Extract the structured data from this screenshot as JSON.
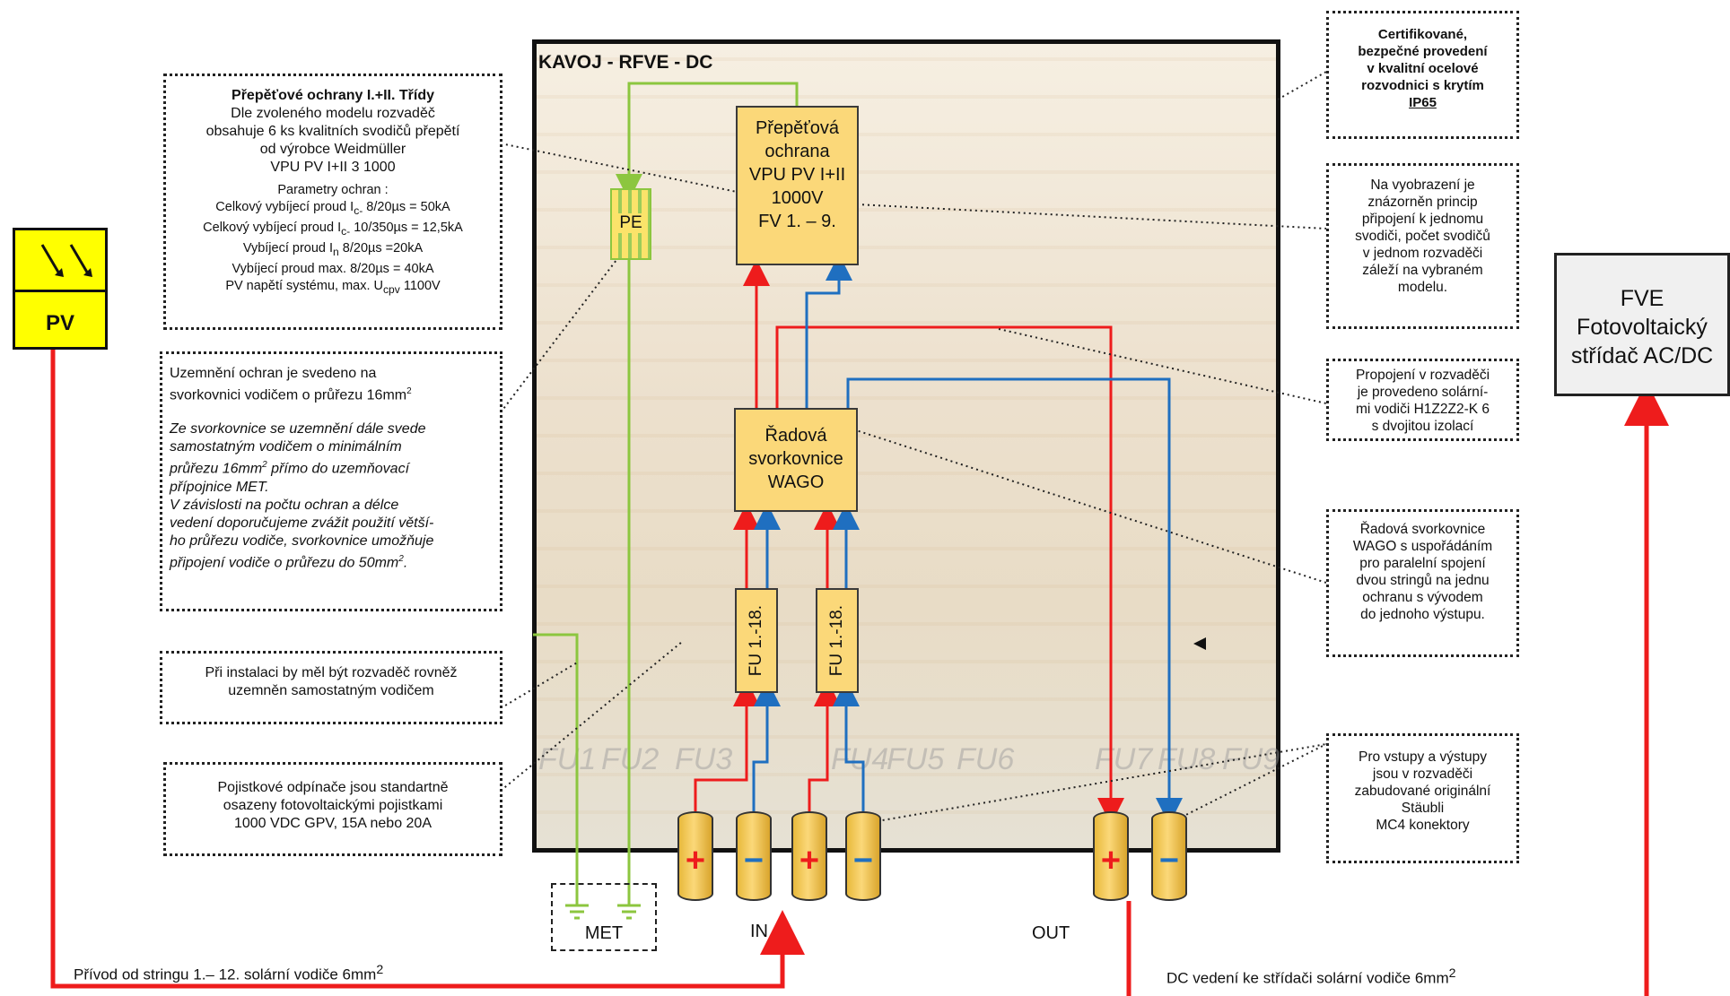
{
  "pv": {
    "label": "PV"
  },
  "cabinet": {
    "title": "KAVOJ - RFVE - DC"
  },
  "pe": {
    "label": "PE"
  },
  "surge_box": {
    "lines": [
      "Přepěťová",
      "ochrana",
      "VPU PV I+II",
      "1000V",
      "FV 1. – 9."
    ]
  },
  "terminal_box": {
    "lines": [
      "Řadová",
      "svorkovnice",
      "WAGO"
    ]
  },
  "fuse1": {
    "label": "FU 1.-18."
  },
  "fuse2": {
    "label": "FU 1.-18."
  },
  "ghost_labels": [
    "FU1",
    "FU2",
    "FU3",
    "FU4",
    "FU5",
    "FU6",
    "FU7",
    "FU8",
    "FU9"
  ],
  "connectors": {
    "plus": "+",
    "minus": "−"
  },
  "labels": {
    "met": "MET",
    "in": "IN",
    "out": "OUT"
  },
  "inverter": {
    "lines": [
      "FVE",
      "Fotovoltaický",
      "střídač AC/DC"
    ]
  },
  "bottom": {
    "left_text": "Přívod od stringu 1.– 12. solární vodiče 6mm",
    "left_sup": "2",
    "right_text": "DC vedení ke střídači solární vodiče 6mm",
    "right_sup": "2"
  },
  "note_surge": {
    "title": "Přepěťové ochrany I.+II. Třídy",
    "body": [
      "Dle zvoleného modelu rozvaděč",
      "obsahuje 6 ks kvalitních svodičů přepětí",
      "od výrobce Weidmüller",
      "VPU PV I+II 3 1000"
    ],
    "params_title": "Parametry ochran :",
    "p1a": "Celkový vybíjecí proud I",
    "p1s": "c-",
    "p1b": " 8/20µs = 50kA",
    "p2a": "Celkový vybíjecí proud I",
    "p2s": "c-",
    "p2b": " 10/350µs = 12,5kA",
    "p3a": "Vybíjecí proud I",
    "p3s": "n",
    "p3b": " 8/20µs =20kA",
    "p4": "Vybíjecí proud max. 8/20µs = 40kA",
    "p5a": "PV napětí systému, max. U",
    "p5s": "cpv",
    "p5b": " 1100V"
  },
  "note_ground": {
    "l1": "Uzemnění ochran je svedeno na",
    "l2a": "svorkovnici vodičem o průřezu 16mm",
    "l2s": "2",
    "i1": "Ze svorkovnice se uzemnění dále svede",
    "i2": "samostatným vodičem o minimálním",
    "i3a": "průřezu 16mm",
    "i3s": "2",
    "i3b": " přímo do uzemňovací",
    "i4": "přípojnice MET.",
    "i5": "V závislosti na počtu ochran a délce",
    "i6": "vedení doporučujeme zvážit použití větší-",
    "i7": "ho průřezu vodiče, svorkovnice umožňuje",
    "i8a": "připojení vodiče o průřezu do 50mm",
    "i8s": "2",
    "i8b": "."
  },
  "note_install": {
    "lines": [
      "Při instalaci by měl být rozvaděč rovněž",
      "uzemněn samostatným vodičem"
    ]
  },
  "note_fuse": {
    "lines": [
      "Pojistkové odpínače jsou standartně",
      "osazeny fotovoltaickými pojistkami",
      "1000 VDC GPV, 15A nebo 20A"
    ]
  },
  "note_cert": {
    "lines": [
      "Certifikované,",
      "bezpečné provedení",
      "v kvalitní ocelové",
      "rozvodnici s krytím"
    ],
    "ip": "IP65"
  },
  "note_principle": {
    "lines": [
      "Na vyobrazení je",
      "znázorněn princip",
      "připojení k jednomu",
      "svodiči, počet svodičů",
      "v jednom rozvaděči",
      "záleží na vybraném",
      "modelu."
    ]
  },
  "note_wiring": {
    "lines": [
      "Propojení v rozvaděči",
      "je provedeno  solární-",
      "mi vodiči H1Z2Z2-K 6",
      "s dvojitou izolací"
    ]
  },
  "note_wago": {
    "lines": [
      "Řadová svorkovnice",
      "WAGO s uspořádáním",
      "pro paralelní spojení",
      "dvou stringů na jednu",
      "ochranu  s vývodem",
      "do jednoho výstupu."
    ]
  },
  "note_mc4": {
    "lines": [
      "Pro vstupy a výstupy",
      "jsou v rozvaděči",
      "zabudované originální",
      "Stäubli",
      "MC4 konektory"
    ]
  },
  "colors": {
    "red": "#ee1c1c",
    "blue": "#1f6fc0",
    "green": "#8cc63f",
    "box": "#fbd879",
    "pv": "#ffff00"
  }
}
